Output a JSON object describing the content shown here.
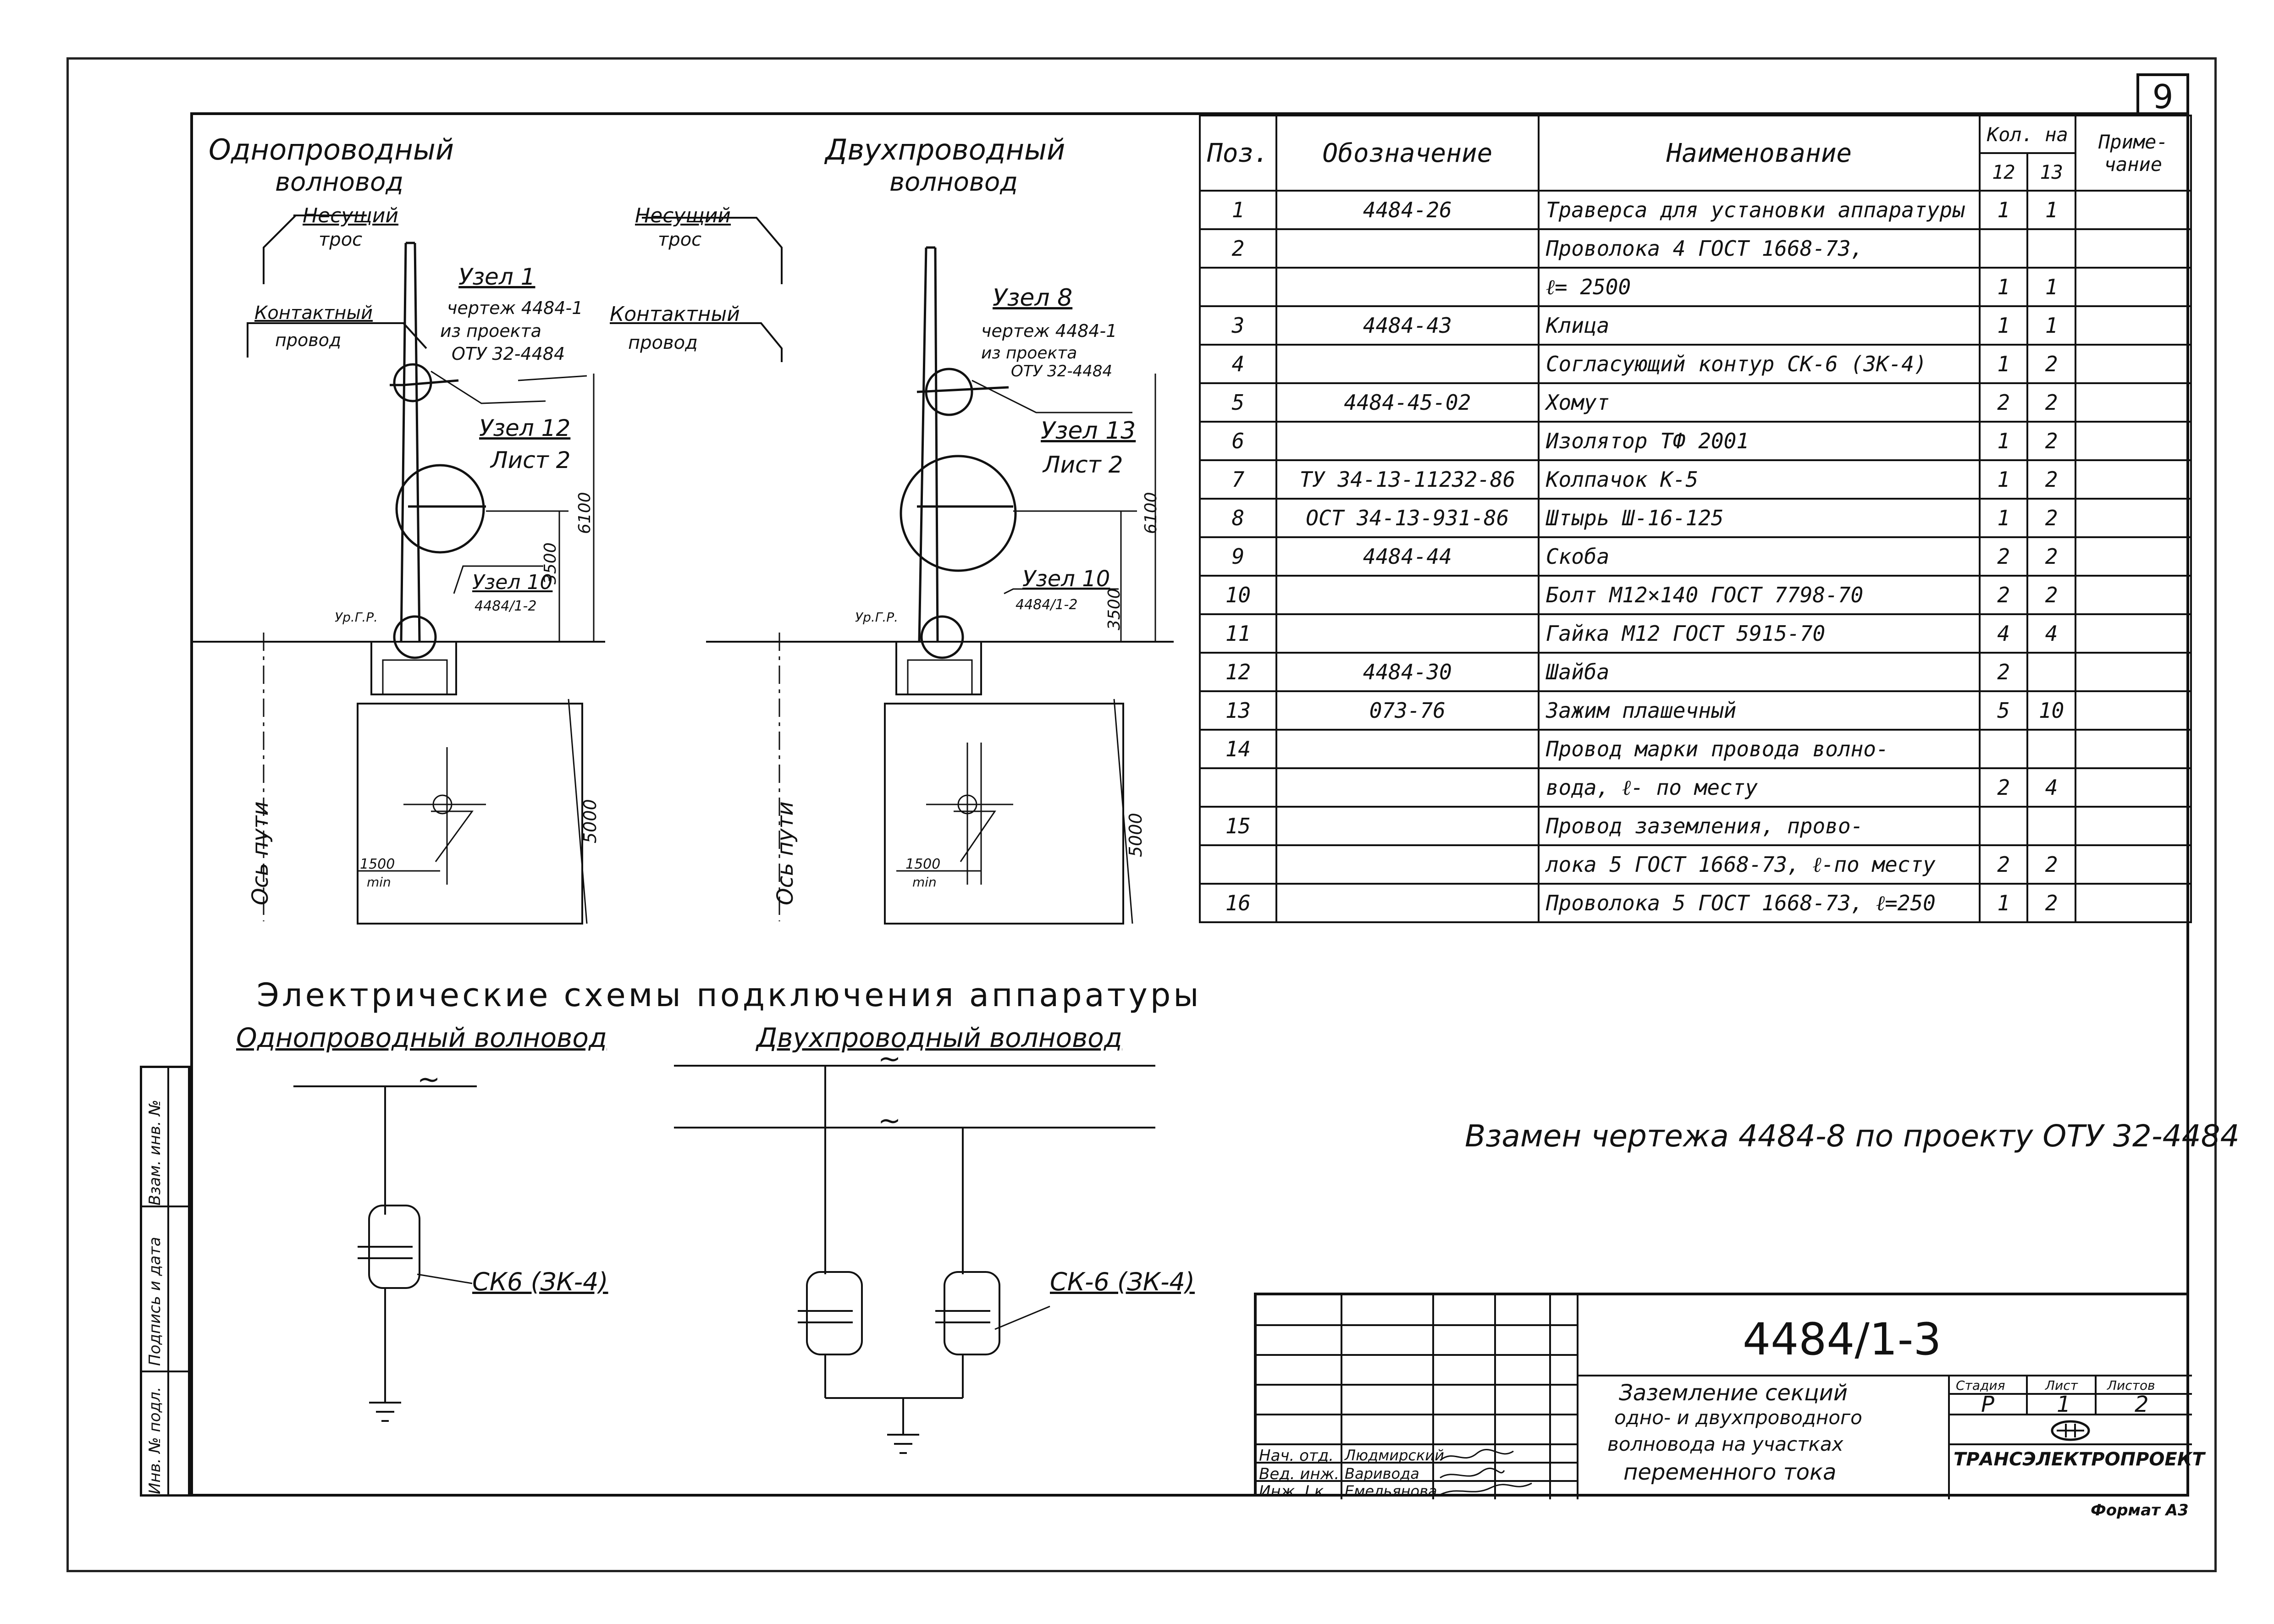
{
  "sheet_number": "9",
  "left_title": {
    "line1": "Однопроводный",
    "line2": "волновод"
  },
  "right_title": {
    "line1": "Двухпроводный",
    "line2": "волновод"
  },
  "labels": {
    "nesushchiy": "Несущий",
    "tros": "трос",
    "kontaktniy": "Контактный",
    "provod": "провод",
    "uzel1": "Узел 1",
    "uzel1_ref_a": "чертеж 4484-1",
    "uzel1_ref_b": "из проекта",
    "uzel1_ref_c": "ОТУ 32-4484",
    "uzel8": "Узел 8",
    "uzel8_ref_a": "чертеж 4484-1",
    "uzel8_ref_b": "из проекта",
    "uzel8_ref_c": "ОТУ 32-4484",
    "uzel12": "Узел 12",
    "list2_a": "Лист 2",
    "uzel13": "Узел 13",
    "list2_b": "Лист 2",
    "uzel10_a": "Узел 10",
    "uzel10_a_ref": "4484/1-2",
    "uzel10_b": "Узел 10",
    "uzel10_b_ref": "4484/1-2",
    "dim_6100_a": "6100",
    "dim_3500_a": "3500",
    "dim_6100_b": "6100",
    "dim_3500_b": "3500",
    "dim_5000_a": "5000",
    "dim_5000_b": "5000",
    "dim_1500_a": "1500",
    "min_a": "min",
    "dim_1500_b": "1500",
    "min_b": "min",
    "ur_gr_a": "Ур.Г.Р.",
    "ur_gr_b": "Ур.Г.Р.",
    "os_puti_a": "Ось пути",
    "os_puti_b": "Ось пути"
  },
  "schemes": {
    "title": "Электрические схемы подключения аппаратуры",
    "single": "Однопроводный волновод",
    "double": "Двухпроводный волновод",
    "ck_single": "СК6 (ЗК-4)",
    "ck_double": "СК-6 (ЗК-4)",
    "tilde": "~"
  },
  "replacement_note": "Взамен чертежа 4484-8 по проекту ОТУ 32-4484",
  "spec_table": {
    "headers": {
      "pos": "Поз.",
      "designation": "Обозначение",
      "name": "Наименование",
      "qty": "Кол. на",
      "q12": "12",
      "q13": "13",
      "note": "Приме- чание"
    },
    "rows": [
      {
        "pos": "1",
        "des": "4484-26",
        "name": "Траверса для установки аппаратуры",
        "q12": "1",
        "q13": "1"
      },
      {
        "pos": "2",
        "des": "",
        "name": "Проволока 4  ГОСТ 1668-73,",
        "q12": "",
        "q13": ""
      },
      {
        "pos": "",
        "des": "",
        "name": "ℓ= 2500",
        "q12": "1",
        "q13": "1"
      },
      {
        "pos": "3",
        "des": "4484-43",
        "name": "Клица",
        "q12": "1",
        "q13": "1"
      },
      {
        "pos": "4",
        "des": "",
        "name": "Согласующий контур СК-6 (ЗК-4)",
        "q12": "1",
        "q13": "2"
      },
      {
        "pos": "5",
        "des": "4484-45-02",
        "name": "Хомут",
        "q12": "2",
        "q13": "2"
      },
      {
        "pos": "6",
        "des": "",
        "name": "Изолятор ТФ 2001",
        "q12": "1",
        "q13": "2"
      },
      {
        "pos": "7",
        "des": "ТУ 34-13-11232-86",
        "name": "Колпачок К-5",
        "q12": "1",
        "q13": "2"
      },
      {
        "pos": "8",
        "des": "ОСТ 34-13-931-86",
        "name": "Штырь Ш-16-125",
        "q12": "1",
        "q13": "2"
      },
      {
        "pos": "9",
        "des": "4484-44",
        "name": "Скоба",
        "q12": "2",
        "q13": "2"
      },
      {
        "pos": "10",
        "des": "",
        "name": "Болт М12×140  ГОСТ 7798-70",
        "q12": "2",
        "q13": "2"
      },
      {
        "pos": "11",
        "des": "",
        "name": "Гайка М12   ГОСТ 5915-70",
        "q12": "4",
        "q13": "4"
      },
      {
        "pos": "12",
        "des": "4484-30",
        "name": "Шайба",
        "q12": "2",
        "q13": ""
      },
      {
        "pos": "13",
        "des": "073-76",
        "name": "Зажим плашечный",
        "q12": "5",
        "q13": "10"
      },
      {
        "pos": "14",
        "des": "",
        "name": "Провод марки провода волно-",
        "q12": "",
        "q13": ""
      },
      {
        "pos": "",
        "des": "",
        "name": "вода, ℓ- по месту",
        "q12": "2",
        "q13": "4"
      },
      {
        "pos": "15",
        "des": "",
        "name": "Провод заземления, прово-",
        "q12": "",
        "q13": ""
      },
      {
        "pos": "",
        "des": "",
        "name": "лока 5  ГОСТ 1668-73, ℓ-по месту",
        "q12": "2",
        "q13": "2"
      },
      {
        "pos": "16",
        "des": "",
        "name": "Проволока 5 ГОСТ 1668-73, ℓ=250",
        "q12": "1",
        "q13": "2"
      }
    ]
  },
  "title_block": {
    "code": "4484/1-3",
    "title_l1": "Заземление секций",
    "title_l2": "одно- и двухпроводного",
    "title_l3": "волновода на участках",
    "title_l4": "переменного тока",
    "stage_h": "Стадия",
    "sheet_h": "Лист",
    "sheets_h": "Листов",
    "stage": "Р",
    "sheet": "1",
    "sheets": "2",
    "org": "ТРАНСЭЛЕКТРОПРОЕКТ",
    "roles": [
      {
        "role": "Нач. отд.",
        "name": "Людмирский"
      },
      {
        "role": "Вед. инж.",
        "name": "Варивода"
      },
      {
        "role": "Инж. I к.",
        "name": "Емельянова"
      }
    ],
    "format": "Формат А3"
  },
  "left_strip": {
    "inv_podl": "Инв. № подл.",
    "podpis": "Подпись и дата",
    "vzam": "Взам. инв. №"
  }
}
